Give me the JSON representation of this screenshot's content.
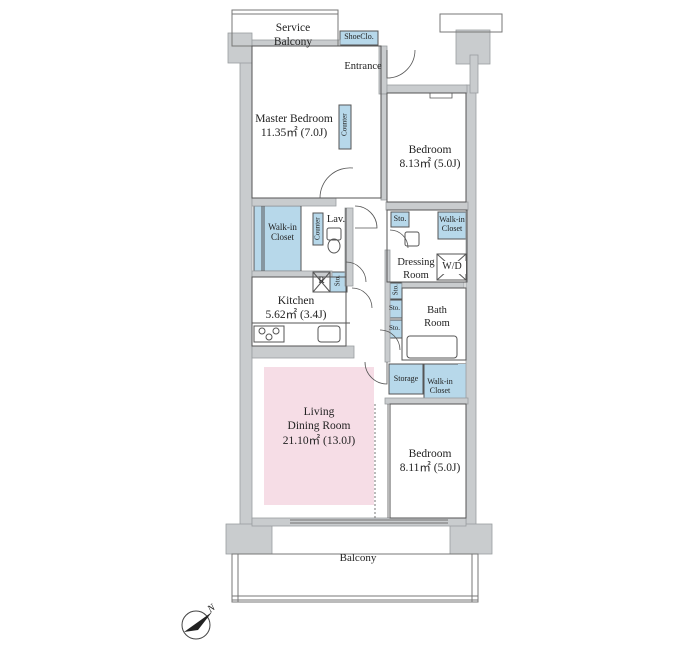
{
  "rooms": {
    "service_balcony": [
      "Service",
      "Balcony"
    ],
    "shoe_closet": "ShoeClo.",
    "entrance": "Entrance",
    "master_bedroom": [
      "Master Bedroom",
      "11.35㎡ (7.0J)"
    ],
    "counter": "Counter",
    "bedroom_1": [
      "Bedroom",
      "8.13㎡ (5.0J)"
    ],
    "storage_upper": "Sto.",
    "walkin_upper_right": [
      "Walk-in",
      "Closet"
    ],
    "walkin_left": [
      "Walk-in",
      "Closet"
    ],
    "lavatory": "Lav.",
    "counter_small": "Counter",
    "refrigerator": "R",
    "storage_kitchen": "Sto.",
    "dressing_room": [
      "Dressing",
      "Room"
    ],
    "washer_dryer": "W/D",
    "kitchen": [
      "Kitchen",
      "5.62㎡ (3.4J)"
    ],
    "storage_small_1": "Sto.",
    "storage_small_2": "Sto.",
    "storage_small_3": "Sto.",
    "bath_room": [
      "Bath",
      "Room"
    ],
    "storage_mid": "Storage",
    "walkin_lower": [
      "Walk-in",
      "Closet"
    ],
    "living": [
      "Living",
      "Dining Room",
      "21.10㎡ (13.0J)"
    ],
    "bedroom_2": [
      "Bedroom",
      "8.11㎡ (5.0J)"
    ],
    "balcony": "Balcony"
  },
  "colors": {
    "wall": "#c9ccce",
    "wall_outline": "#9a9da0",
    "line": "#555555",
    "closet_fill": "#b7d8ea",
    "living_fill": "#f6dde6"
  },
  "compass": {
    "label": "N"
  }
}
